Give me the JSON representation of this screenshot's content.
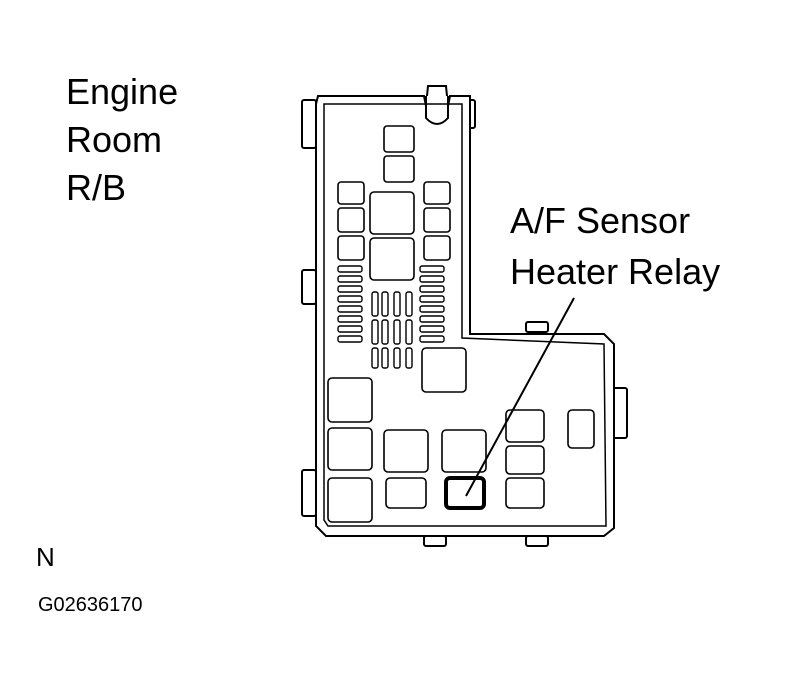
{
  "title_lines": [
    "Engine",
    "Room",
    "R/B"
  ],
  "callout_lines": [
    "A/F Sensor",
    "Heater Relay"
  ],
  "orientation_label": "N",
  "figure_code": "G02636170"
}
